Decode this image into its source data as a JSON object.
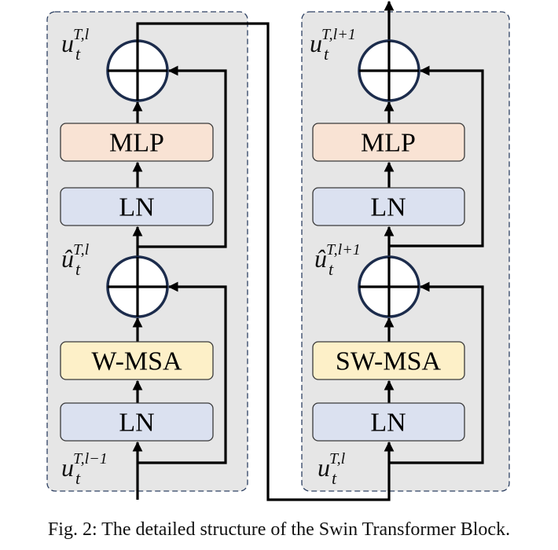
{
  "figure": {
    "caption": "Fig. 2: The detailed structure of the Swin Transformer Block.",
    "colors": {
      "panel_fill": "#e6e6e6",
      "panel_border": "#2e4163",
      "mlp_fill": "#f9e3d4",
      "ln_fill": "#dbe1f0",
      "msa_fill": "#fdf0c8",
      "circle_border": "#1c2c4c",
      "wire": "#000000"
    }
  },
  "blocks": [
    {
      "name": "left-block",
      "boxes": {
        "mlp": "MLP",
        "ln_top": "LN",
        "attention": "W-MSA",
        "ln_bottom": "LN"
      },
      "labels": {
        "output": {
          "base": "u",
          "sup": "T,l",
          "sub": "t"
        },
        "intermediate": {
          "base": "û",
          "sup": "T,l",
          "sub": "t"
        },
        "input": {
          "base": "u",
          "sup": "T,l−1",
          "sub": "t"
        }
      }
    },
    {
      "name": "right-block",
      "boxes": {
        "mlp": "MLP",
        "ln_top": "LN",
        "attention": "SW-MSA",
        "ln_bottom": "LN"
      },
      "labels": {
        "output": {
          "base": "u",
          "sup": "T,l+1",
          "sub": "t"
        },
        "intermediate": {
          "base": "û",
          "sup": "T,l+1",
          "sub": "t"
        },
        "input": {
          "base": "u",
          "sup": "T,l",
          "sub": "t"
        }
      }
    }
  ]
}
